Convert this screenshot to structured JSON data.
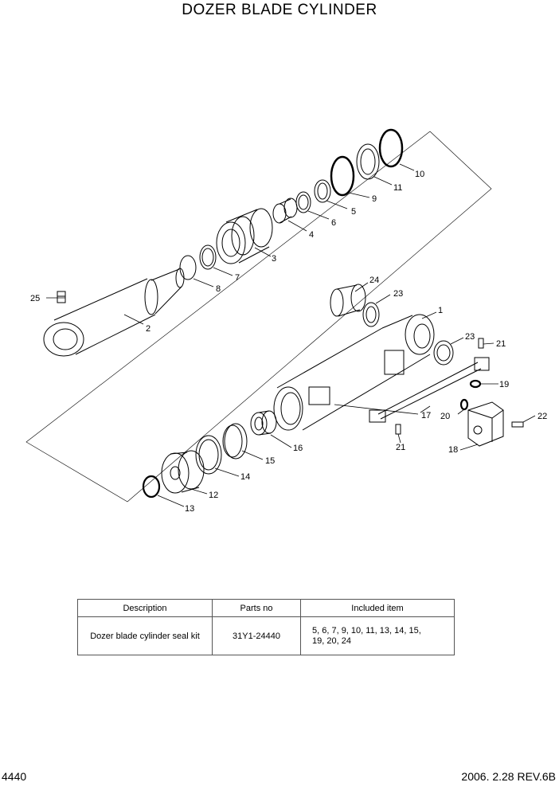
{
  "title": "DOZER BLADE CYLINDER",
  "callouts": [
    {
      "id": "c1",
      "label": "1"
    },
    {
      "id": "c2",
      "label": "2"
    },
    {
      "id": "c3",
      "label": "3"
    },
    {
      "id": "c4",
      "label": "4"
    },
    {
      "id": "c5",
      "label": "5"
    },
    {
      "id": "c6",
      "label": "6"
    },
    {
      "id": "c7",
      "label": "7"
    },
    {
      "id": "c8",
      "label": "8"
    },
    {
      "id": "c9",
      "label": "9"
    },
    {
      "id": "c10",
      "label": "10"
    },
    {
      "id": "c11",
      "label": "11"
    },
    {
      "id": "c12",
      "label": "12"
    },
    {
      "id": "c13",
      "label": "13"
    },
    {
      "id": "c14",
      "label": "14"
    },
    {
      "id": "c15",
      "label": "15"
    },
    {
      "id": "c16",
      "label": "16"
    },
    {
      "id": "c17",
      "label": "17"
    },
    {
      "id": "c18",
      "label": "18"
    },
    {
      "id": "c19",
      "label": "19"
    },
    {
      "id": "c20",
      "label": "20"
    },
    {
      "id": "c21a",
      "label": "21"
    },
    {
      "id": "c21b",
      "label": "21"
    },
    {
      "id": "c22",
      "label": "22"
    },
    {
      "id": "c23a",
      "label": "23"
    },
    {
      "id": "c23b",
      "label": "23"
    },
    {
      "id": "c24",
      "label": "24"
    },
    {
      "id": "c25",
      "label": "25"
    }
  ],
  "table": {
    "headers": [
      "Description",
      "Parts no",
      "Included item"
    ],
    "rows": [
      {
        "description": "Dozer blade cylinder seal kit",
        "parts_no": "31Y1-24440",
        "included_line1": "5, 6, 7, 9, 10, 11, 13, 14, 15,",
        "included_line2": "19, 20, 24"
      }
    ]
  },
  "footer": {
    "page_number": "4440",
    "revision": "2006. 2.28  REV.6B"
  }
}
